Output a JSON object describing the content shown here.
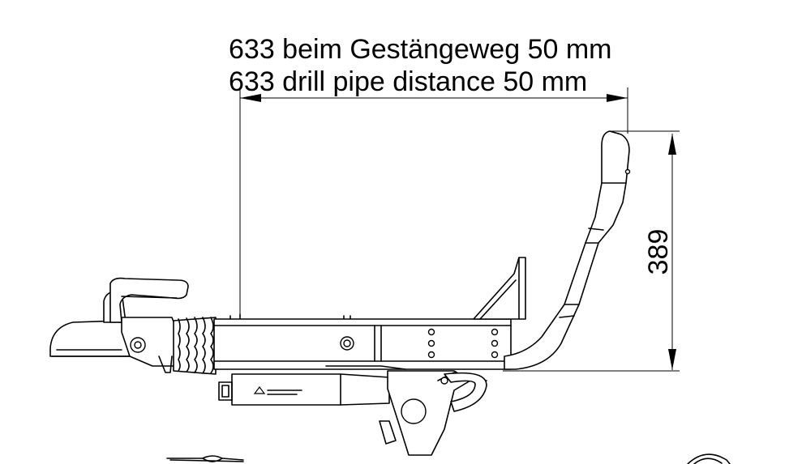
{
  "dimension_horizontal": {
    "label_de": "633 beim Gestängeweg 50 mm",
    "label_en": "633 drill pipe distance 50 mm"
  },
  "dimension_vertical": {
    "label": "389"
  }
}
